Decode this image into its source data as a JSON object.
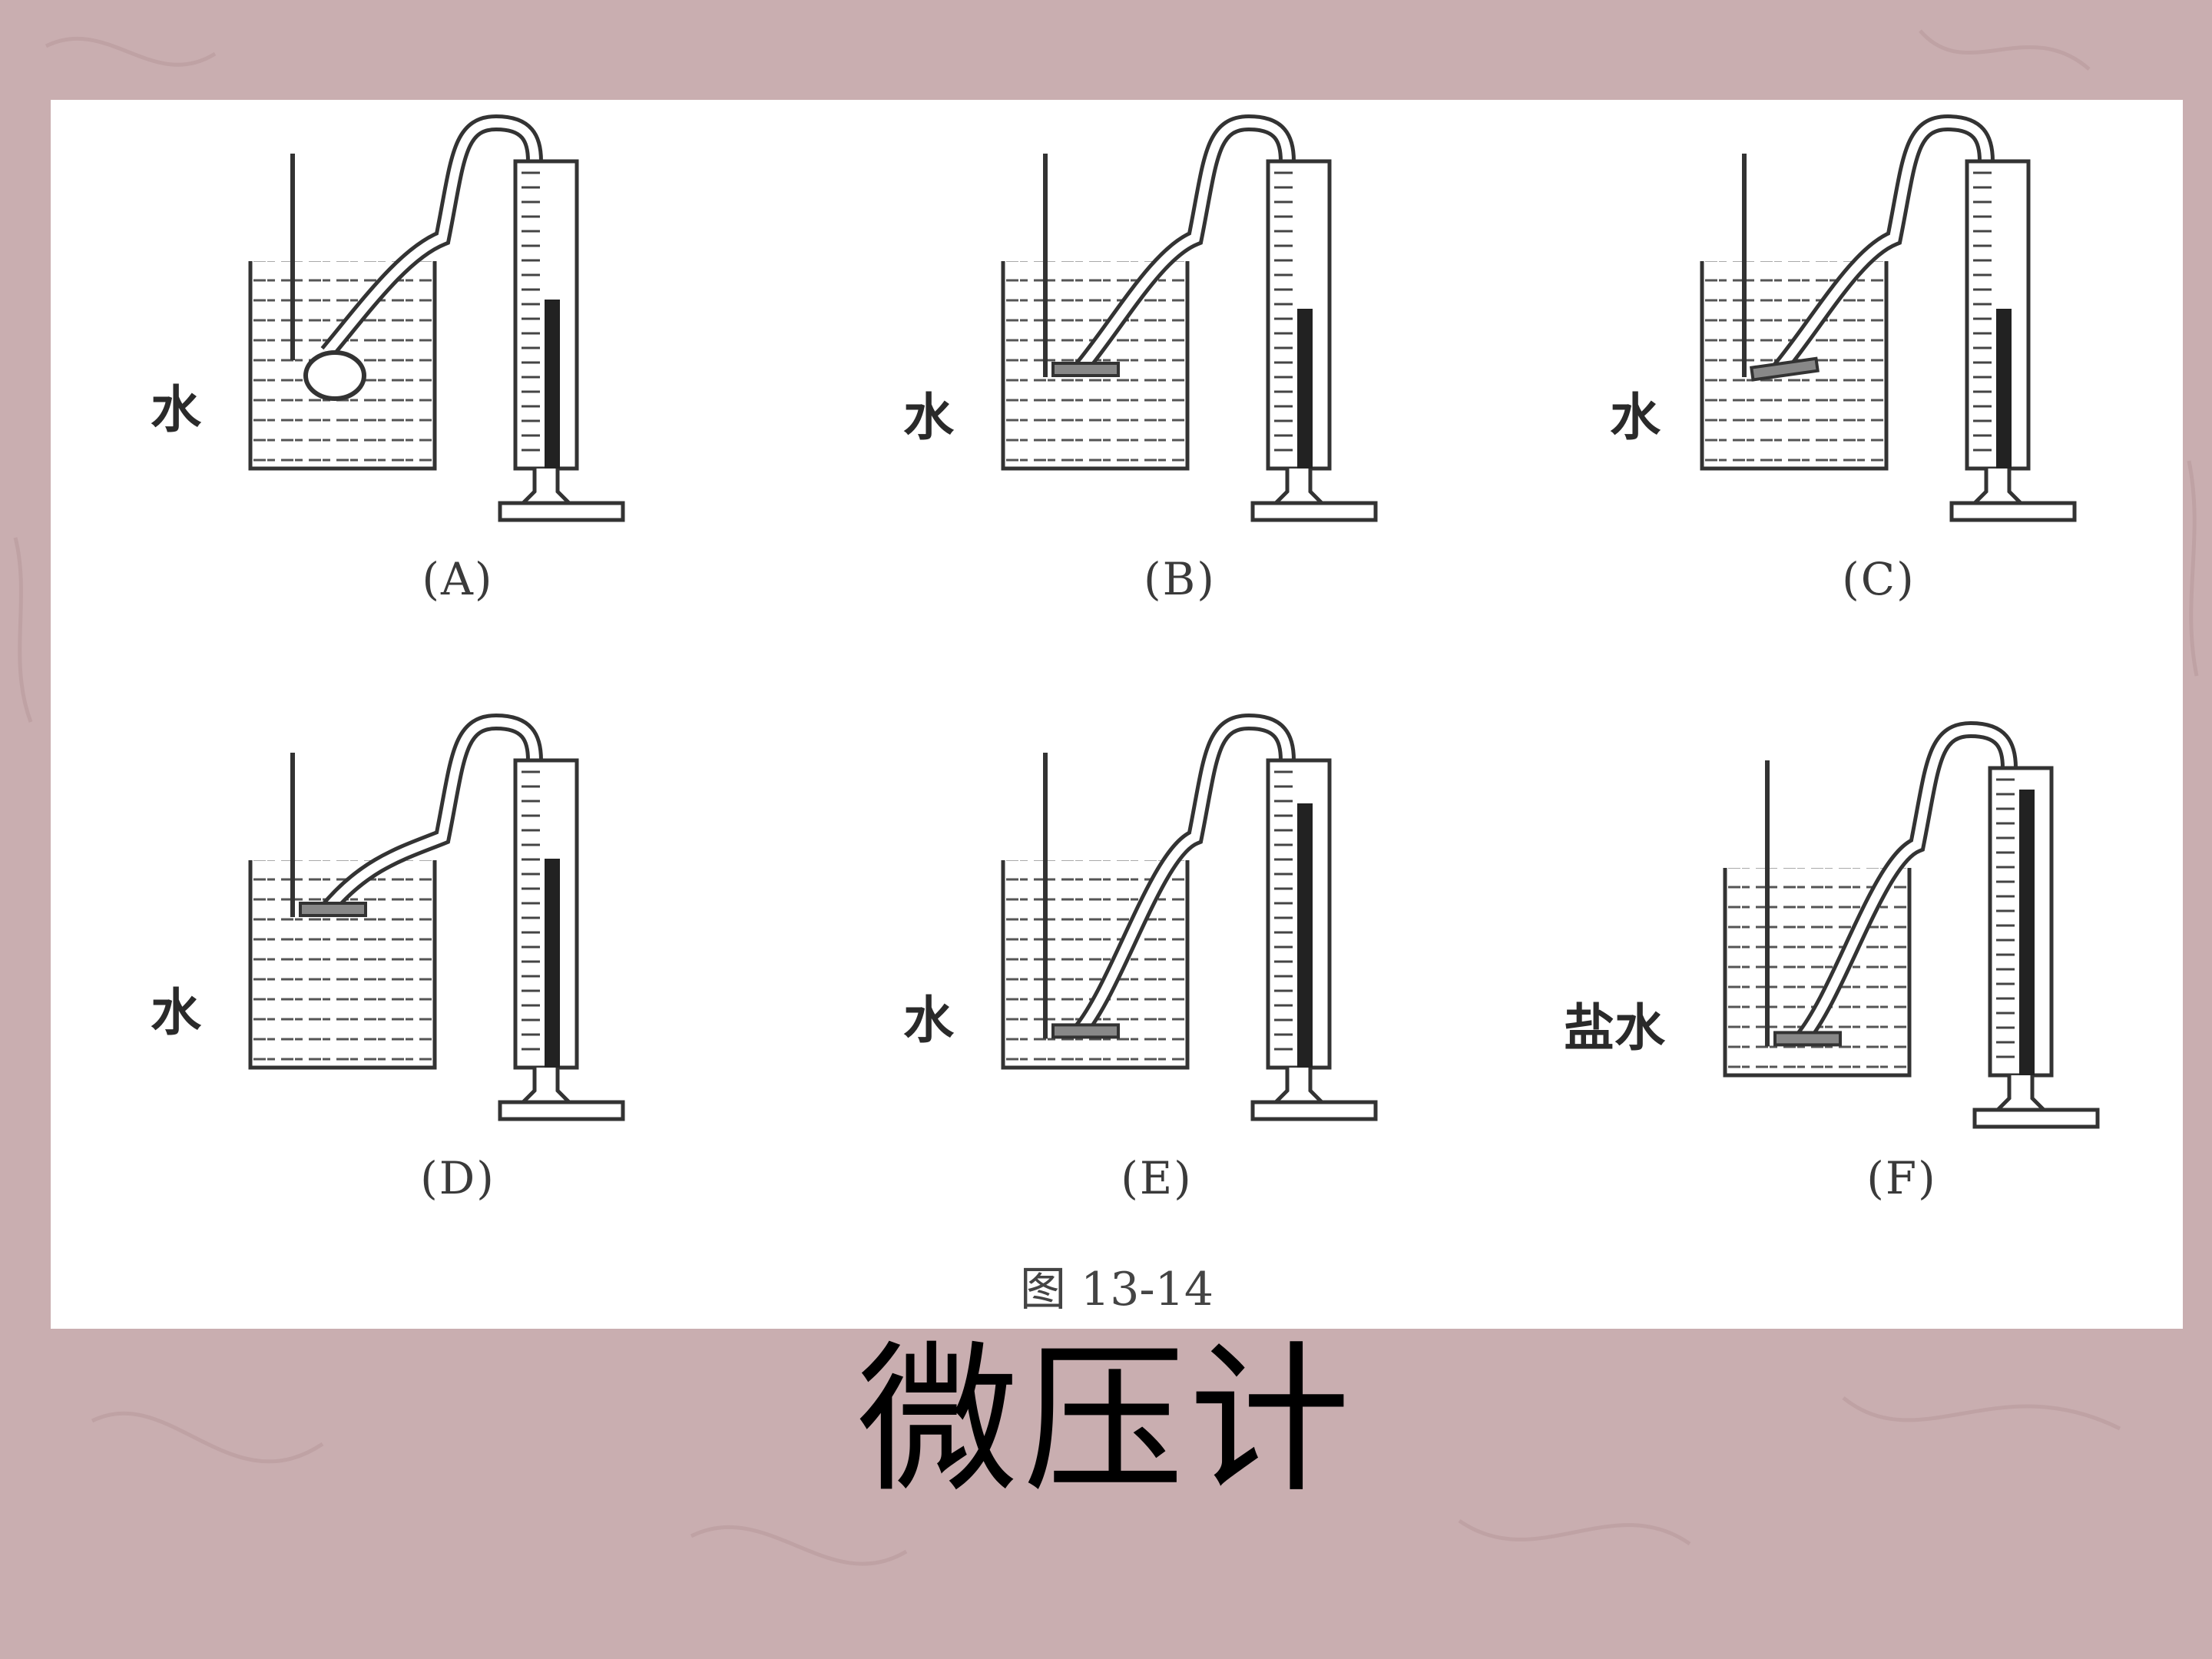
{
  "slide": {
    "title": "微压计"
  },
  "figure": {
    "caption": "图 13-14",
    "panels": [
      {
        "label": "(A)",
        "liquid": "水",
        "probe": "bulb",
        "depth": 0.45,
        "column": 0.55
      },
      {
        "label": "(B)",
        "liquid": "水",
        "probe": "flat",
        "depth": 0.55,
        "column": 0.52
      },
      {
        "label": "(C)",
        "liquid": "水",
        "probe": "tilted",
        "depth": 0.55,
        "column": 0.52
      },
      {
        "label": "(D)",
        "liquid": "水",
        "probe": "flat",
        "depth": 0.2,
        "column": 0.68
      },
      {
        "label": "(E)",
        "liquid": "水",
        "probe": "flat",
        "depth": 0.92,
        "column": 0.86
      },
      {
        "label": "(F)",
        "liquid": "盐水",
        "probe": "flat",
        "depth": 0.92,
        "column": 0.93
      }
    ]
  },
  "colors": {
    "background": "#c9aeb0",
    "figure": "#ffffff",
    "ink": "#333333"
  }
}
